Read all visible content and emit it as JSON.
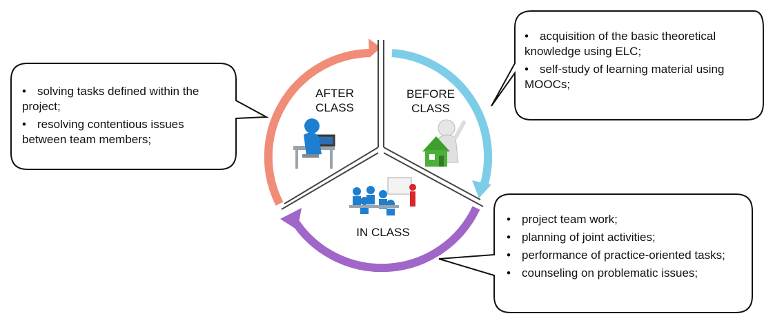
{
  "sectors": {
    "after": {
      "title_line1": "AFTER",
      "title_line2": "CLASS"
    },
    "before": {
      "title_line1": "BEFORE",
      "title_line2": "CLASS"
    },
    "in": {
      "title": "IN CLASS"
    }
  },
  "callouts": {
    "after": [
      "solving tasks defined within the project;",
      "resolving contentious issues between team members;"
    ],
    "before": [
      "acquisition of the basic theoretical knowledge using ELC;",
      "self-study of learning material using MOOCs;"
    ],
    "in": [
      "project team work;",
      "planning of joint activities;",
      "performance of practice-oriented tasks;",
      "counseling on problematic issues;"
    ]
  },
  "bullet_char": "•",
  "colors": {
    "after_arc": "#F08C78",
    "before_arc": "#7ECDE8",
    "in_arc": "#A066C8",
    "figure_blue": "#1E7FD0",
    "house_green": "#4CAF3A",
    "presenter_red": "#D8262A"
  },
  "icons": [
    "student-at-computer-icon",
    "figure-with-house-icon",
    "classroom-presentation-icon"
  ]
}
